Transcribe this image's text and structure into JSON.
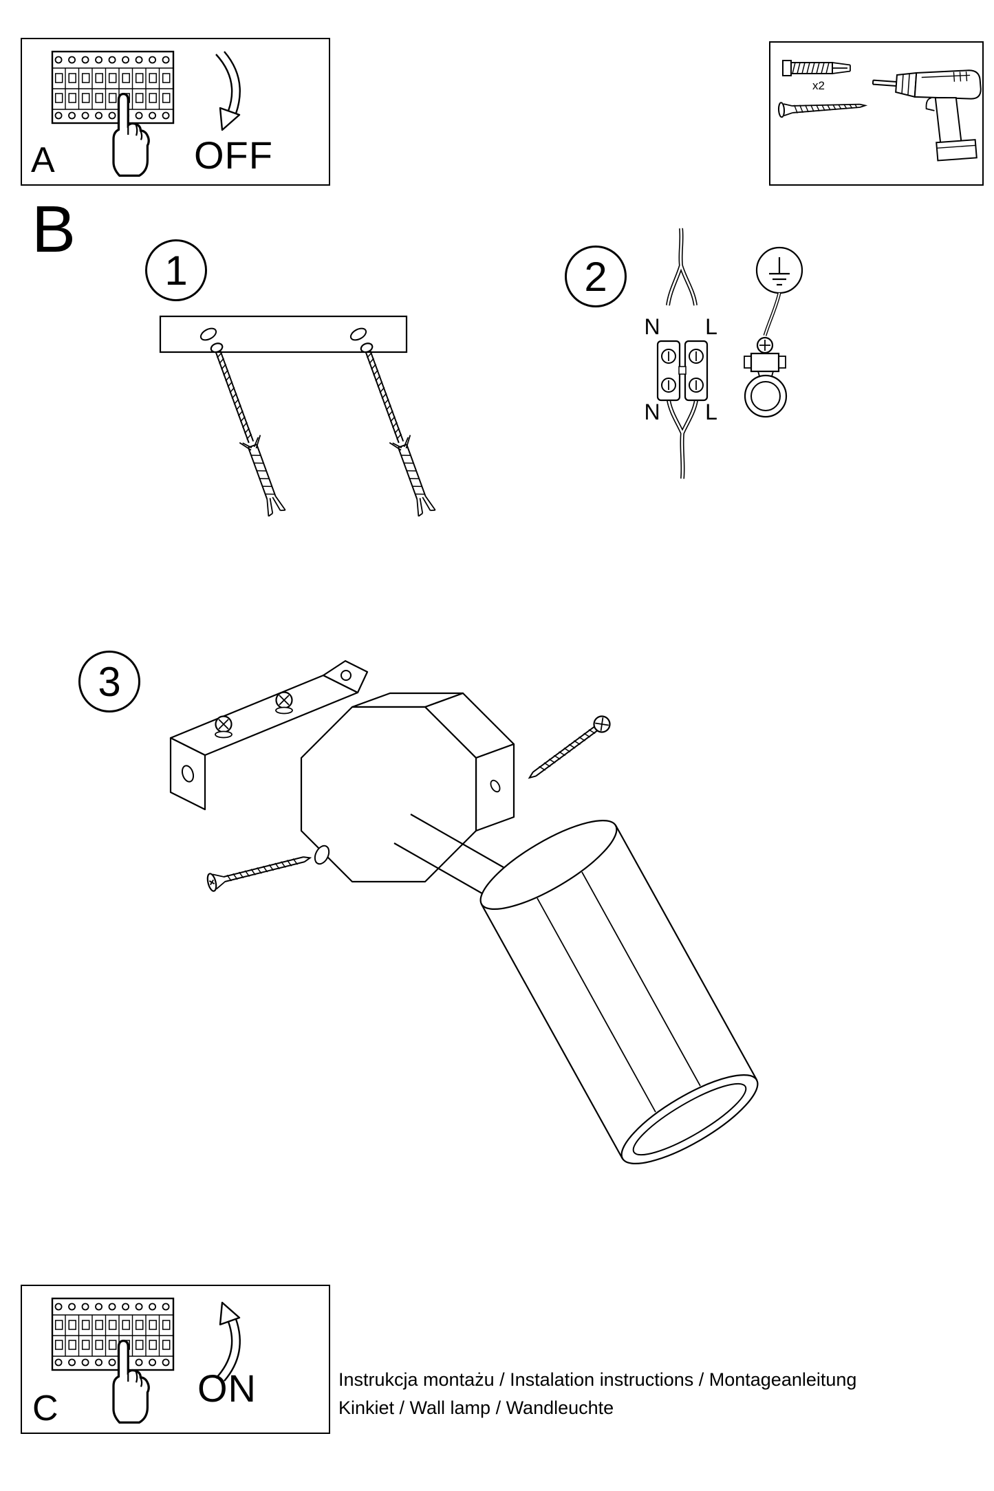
{
  "document": {
    "footer_line1": "Instrukcja montażu / Instalation instructions / Montageanleitung",
    "footer_line2": "Kinkiet  / Wall lamp / Wandleuchte"
  },
  "panel_a": {
    "label": "A",
    "action": "OFF"
  },
  "panel_c": {
    "label": "C",
    "action": "ON"
  },
  "section_b_label": "B",
  "tools": {
    "dowel_quantity": "x2"
  },
  "steps": {
    "one": "1",
    "two": "2",
    "three": "3"
  },
  "wiring": {
    "top_left": "N",
    "top_right": "L",
    "bottom_left": "N",
    "bottom_right": "L"
  },
  "colors": {
    "ink": "#000000",
    "paper": "#ffffff"
  }
}
